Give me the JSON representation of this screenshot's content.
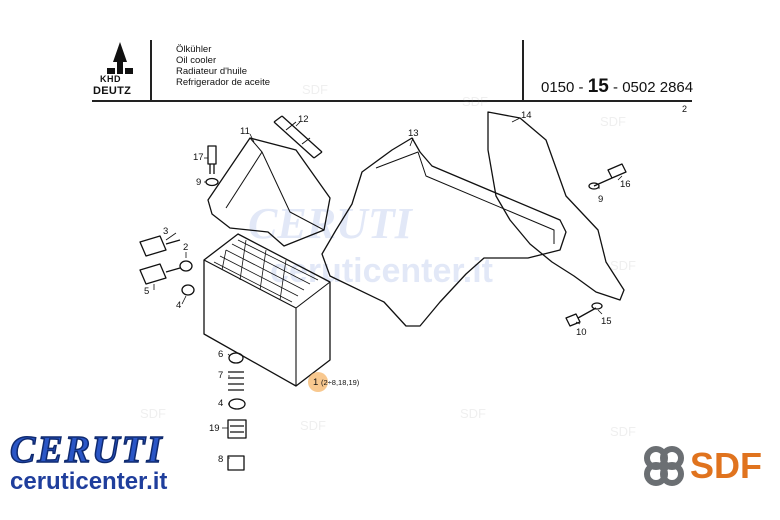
{
  "header": {
    "brand_top": "KHD",
    "brand_bottom": "DEUTZ",
    "titles": [
      "Ölkühler",
      "Oil cooler",
      "Radiateur d'huile",
      "Refrigerador de aceite"
    ],
    "part_number_prefix": "0150 -",
    "part_number_group": "15",
    "part_number_suffix": "- 0502 2864",
    "sheet": "2"
  },
  "callouts": {
    "c1": "1",
    "c1_sub": "(2÷8,18,19)",
    "c2": "2",
    "c3": "3",
    "c4a": "4",
    "c4b": "4",
    "c5": "5",
    "c6": "6",
    "c7": "7",
    "c8": "8",
    "c9a": "9",
    "c9b": "9",
    "c10": "10",
    "c11": "11",
    "c12": "12",
    "c13": "13",
    "c14": "14",
    "c15": "15",
    "c16": "16",
    "c17": "17",
    "c19": "19"
  },
  "watermark": {
    "main": "CERUTI",
    "url": "ceruticenter.it",
    "small": "SDF"
  },
  "footer": {
    "ceruti_logo": "CERUTI",
    "ceruti_url": "ceruticenter.it",
    "sdf_logo": "SDF"
  },
  "colors": {
    "ceruti_blue": "#2a56c6",
    "sdf_orange": "#e0731e",
    "highlight": "#f5b56a"
  }
}
